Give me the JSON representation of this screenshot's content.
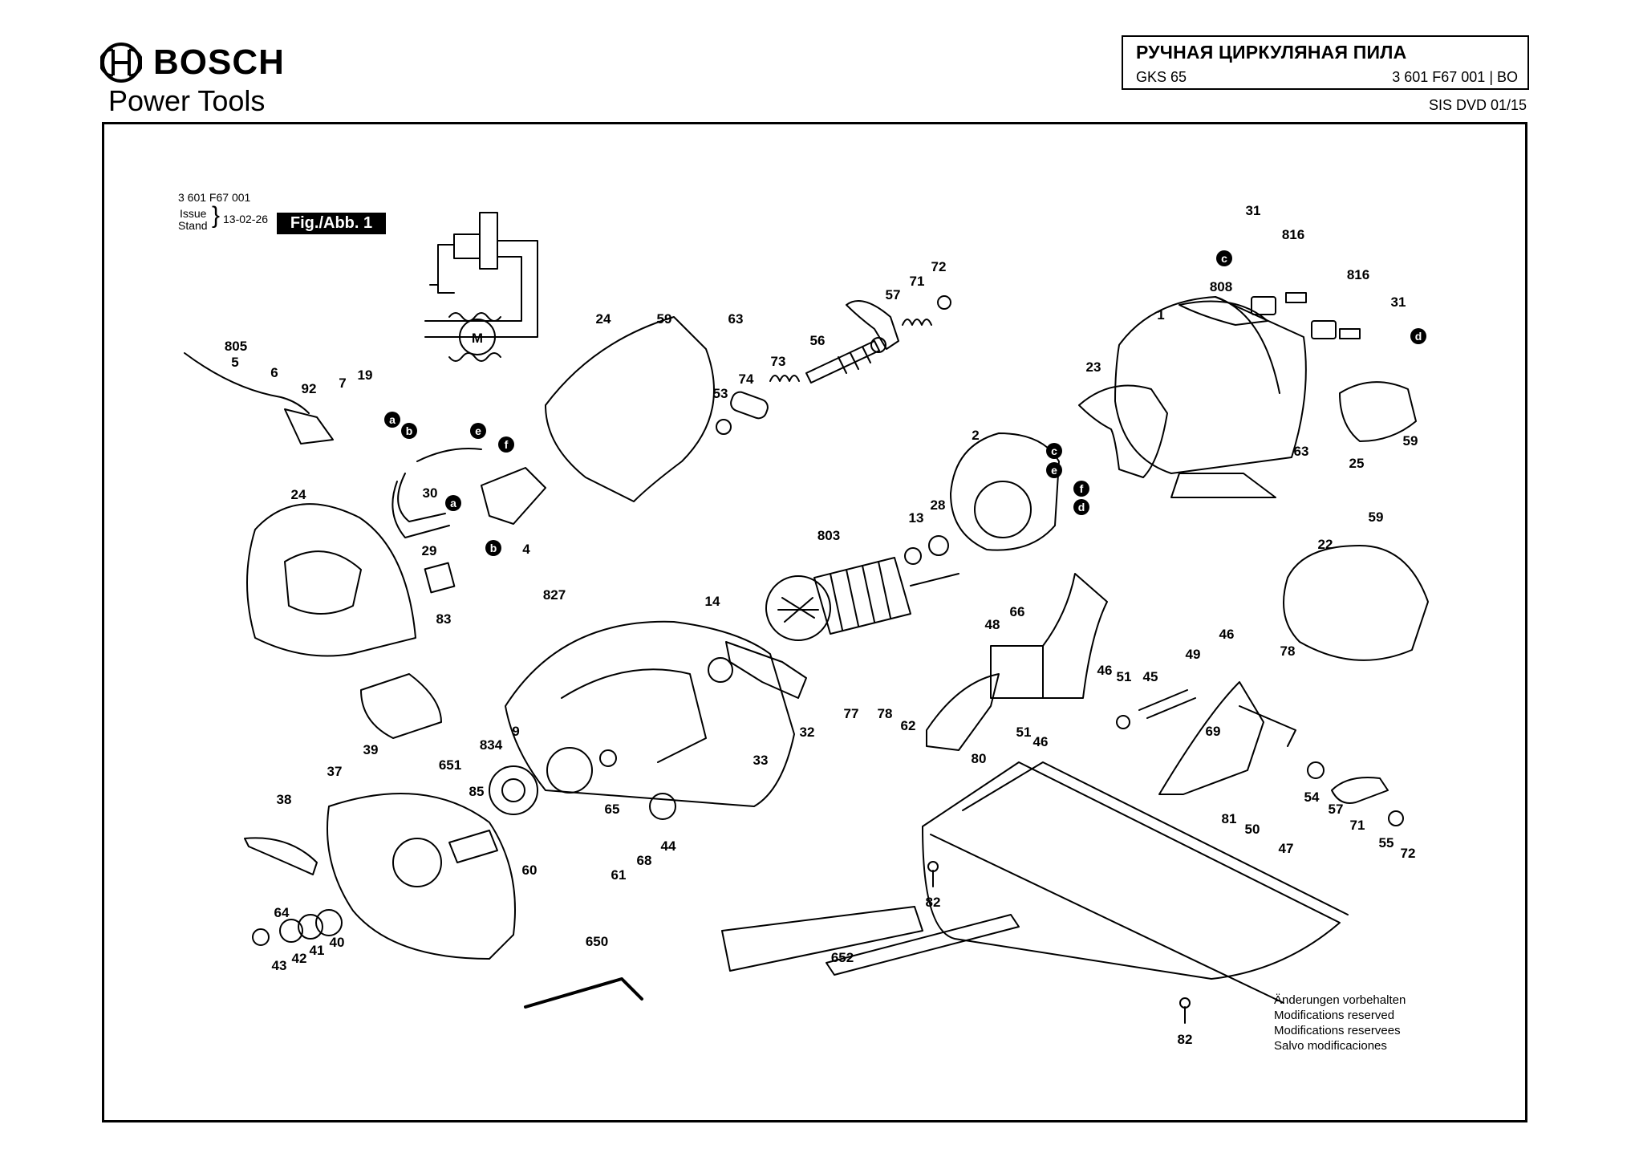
{
  "header": {
    "brand": "BOSCH",
    "subbrand": "Power Tools",
    "title": "РУЧНАЯ ЦИРКУЛЯНАЯ ПИЛА",
    "model": "GKS 65",
    "part_number": "3 601 F67 001 | BO",
    "sis": "SIS DVD 01/15"
  },
  "diagram": {
    "doc_number": "3 601 F67 001",
    "issue_label": "Issue",
    "stand_label": "Stand",
    "date": "13-02-26",
    "figure": "Fig./Abb. 1",
    "motor_symbol": "M",
    "parts": [
      {
        "id": "p31a",
        "label": "31"
      },
      {
        "id": "p816a",
        "label": "816"
      },
      {
        "id": "p808",
        "label": "808"
      },
      {
        "id": "p816b",
        "label": "816"
      },
      {
        "id": "p31b",
        "label": "31"
      },
      {
        "id": "p1",
        "label": "1"
      },
      {
        "id": "p23",
        "label": "23"
      },
      {
        "id": "p63a",
        "label": "63"
      },
      {
        "id": "p25",
        "label": "25"
      },
      {
        "id": "p59a",
        "label": "59"
      },
      {
        "id": "p72a",
        "label": "72"
      },
      {
        "id": "p71a",
        "label": "71"
      },
      {
        "id": "p57a",
        "label": "57"
      },
      {
        "id": "p24a",
        "label": "24"
      },
      {
        "id": "p59b",
        "label": "59"
      },
      {
        "id": "p63b",
        "label": "63"
      },
      {
        "id": "p56",
        "label": "56"
      },
      {
        "id": "p73",
        "label": "73"
      },
      {
        "id": "p74",
        "label": "74"
      },
      {
        "id": "p53",
        "label": "53"
      },
      {
        "id": "p805",
        "label": "805"
      },
      {
        "id": "p5",
        "label": "5"
      },
      {
        "id": "p6",
        "label": "6"
      },
      {
        "id": "p92",
        "label": "92"
      },
      {
        "id": "p7",
        "label": "7"
      },
      {
        "id": "p19",
        "label": "19"
      },
      {
        "id": "p2",
        "label": "2"
      },
      {
        "id": "p24b",
        "label": "24"
      },
      {
        "id": "p30",
        "label": "30"
      },
      {
        "id": "p29",
        "label": "29"
      },
      {
        "id": "p4",
        "label": "4"
      },
      {
        "id": "p83",
        "label": "83"
      },
      {
        "id": "p13",
        "label": "13"
      },
      {
        "id": "p28",
        "label": "28"
      },
      {
        "id": "p803",
        "label": "803"
      },
      {
        "id": "p66",
        "label": "66"
      },
      {
        "id": "p59c",
        "label": "59"
      },
      {
        "id": "p22",
        "label": "22"
      },
      {
        "id": "p827",
        "label": "827"
      },
      {
        "id": "p14",
        "label": "14"
      },
      {
        "id": "p48",
        "label": "48"
      },
      {
        "id": "p46a",
        "label": "46"
      },
      {
        "id": "p49",
        "label": "49"
      },
      {
        "id": "p78a",
        "label": "78"
      },
      {
        "id": "p46b",
        "label": "46"
      },
      {
        "id": "p51a",
        "label": "51"
      },
      {
        "id": "p45",
        "label": "45"
      },
      {
        "id": "p9",
        "label": "9"
      },
      {
        "id": "p651",
        "label": "651"
      },
      {
        "id": "p32",
        "label": "32"
      },
      {
        "id": "p77",
        "label": "77"
      },
      {
        "id": "p78b",
        "label": "78"
      },
      {
        "id": "p62",
        "label": "62"
      },
      {
        "id": "p51b",
        "label": "51"
      },
      {
        "id": "p46c",
        "label": "46"
      },
      {
        "id": "p80",
        "label": "80"
      },
      {
        "id": "p69",
        "label": "69"
      },
      {
        "id": "p37",
        "label": "37"
      },
      {
        "id": "p39",
        "label": "39"
      },
      {
        "id": "p834",
        "label": "834"
      },
      {
        "id": "p33",
        "label": "33"
      },
      {
        "id": "p85",
        "label": "85"
      },
      {
        "id": "p65",
        "label": "65"
      },
      {
        "id": "p54",
        "label": "54"
      },
      {
        "id": "p57b",
        "label": "57"
      },
      {
        "id": "p81",
        "label": "81"
      },
      {
        "id": "p50",
        "label": "50"
      },
      {
        "id": "p71b",
        "label": "71"
      },
      {
        "id": "p55",
        "label": "55"
      },
      {
        "id": "p72b",
        "label": "72"
      },
      {
        "id": "p38",
        "label": "38"
      },
      {
        "id": "p44",
        "label": "44"
      },
      {
        "id": "p68",
        "label": "68"
      },
      {
        "id": "p60",
        "label": "60"
      },
      {
        "id": "p61",
        "label": "61"
      },
      {
        "id": "p47",
        "label": "47"
      },
      {
        "id": "p64",
        "label": "64"
      },
      {
        "id": "p82a",
        "label": "82"
      },
      {
        "id": "p40",
        "label": "40"
      },
      {
        "id": "p41",
        "label": "41"
      },
      {
        "id": "p42",
        "label": "42"
      },
      {
        "id": "p43",
        "label": "43"
      },
      {
        "id": "p650",
        "label": "650"
      },
      {
        "id": "p652",
        "label": "652"
      },
      {
        "id": "p82b",
        "label": "82"
      }
    ],
    "connectors": [
      {
        "id": "ca",
        "label": "a"
      },
      {
        "id": "cb",
        "label": "b"
      },
      {
        "id": "ce",
        "label": "e"
      },
      {
        "id": "cf",
        "label": "f"
      },
      {
        "id": "ca2",
        "label": "a"
      },
      {
        "id": "cb2",
        "label": "b"
      },
      {
        "id": "cc",
        "label": "c"
      },
      {
        "id": "cd",
        "label": "d"
      },
      {
        "id": "cc2",
        "label": "c"
      },
      {
        "id": "ce2",
        "label": "e"
      },
      {
        "id": "cf2",
        "label": "f"
      },
      {
        "id": "cd2",
        "label": "d"
      }
    ]
  },
  "notes": [
    "Änderungen vorbehalten",
    "Modifications reserved",
    "Modifications reservees",
    "Salvo modificaciones"
  ]
}
